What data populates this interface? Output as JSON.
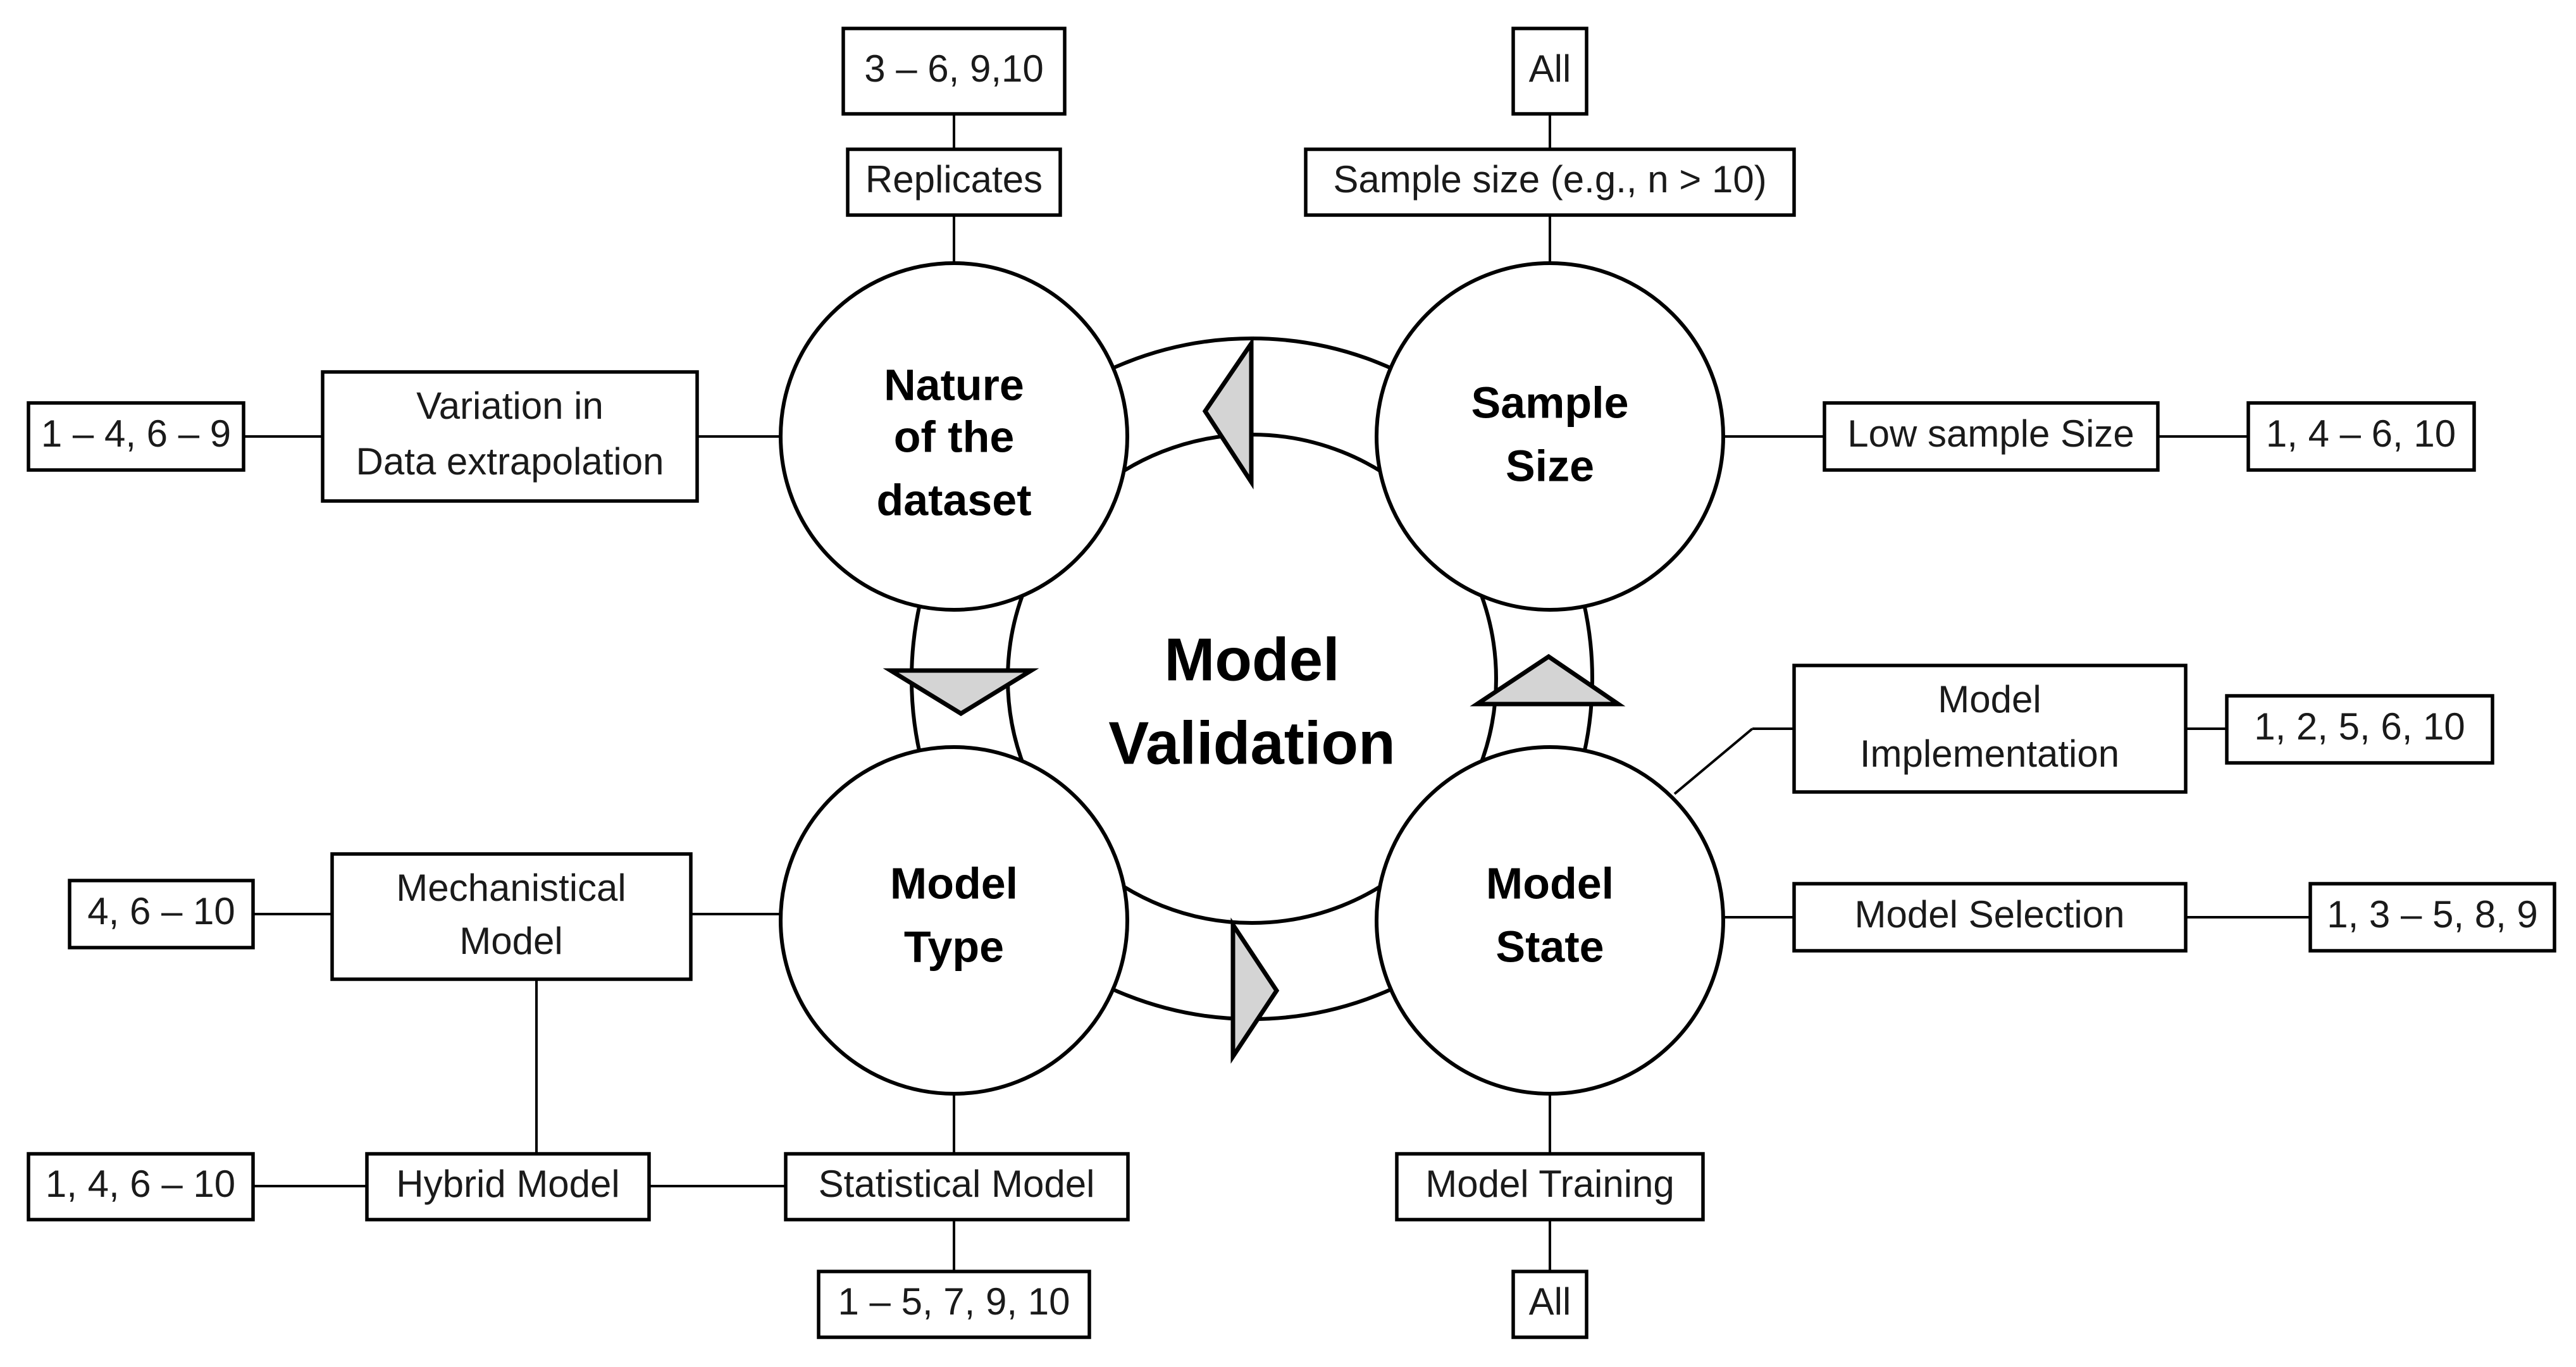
{
  "center": {
    "line1": "Model",
    "line2": "Validation"
  },
  "nodes": {
    "nature": {
      "line1": "Nature",
      "line2": "of the",
      "line3": "dataset"
    },
    "sample": {
      "line1": "Sample",
      "line2": "Size"
    },
    "type": {
      "line1": "Model",
      "line2": "Type"
    },
    "state": {
      "line1": "Model",
      "line2": "State"
    }
  },
  "labels": {
    "replicates": "Replicates",
    "replicates_refs": "3 – 6, 9,10",
    "variation_line1": "Variation in",
    "variation_line2": "Data extrapolation",
    "variation_refs": "1 – 4, 6 – 9",
    "sample_size_eg": "Sample size (e.g., n > 10)",
    "sample_size_eg_refs": "All",
    "low_sample": "Low sample Size",
    "low_sample_refs": "1, 4 – 6, 10",
    "implementation_line1": "Model",
    "implementation_line2": "Implementation",
    "implementation_refs": "1, 2, 5, 6, 10",
    "selection": "Model Selection",
    "selection_refs": "1, 3 – 5, 8, 9",
    "training": "Model Training",
    "training_refs": "All",
    "mechanistical_line1": "Mechanistical",
    "mechanistical_line2": "Model",
    "mechanistical_refs": "4, 6 – 10",
    "hybrid": "Hybrid Model",
    "hybrid_refs": "1, 4, 6 – 10",
    "statistical": "Statistical Model",
    "statistical_refs": "1 – 5, 7, 9, 10"
  },
  "colors": {
    "arrow_fill": "#d4d4d4",
    "stroke": "#000000",
    "background": "#ffffff"
  }
}
